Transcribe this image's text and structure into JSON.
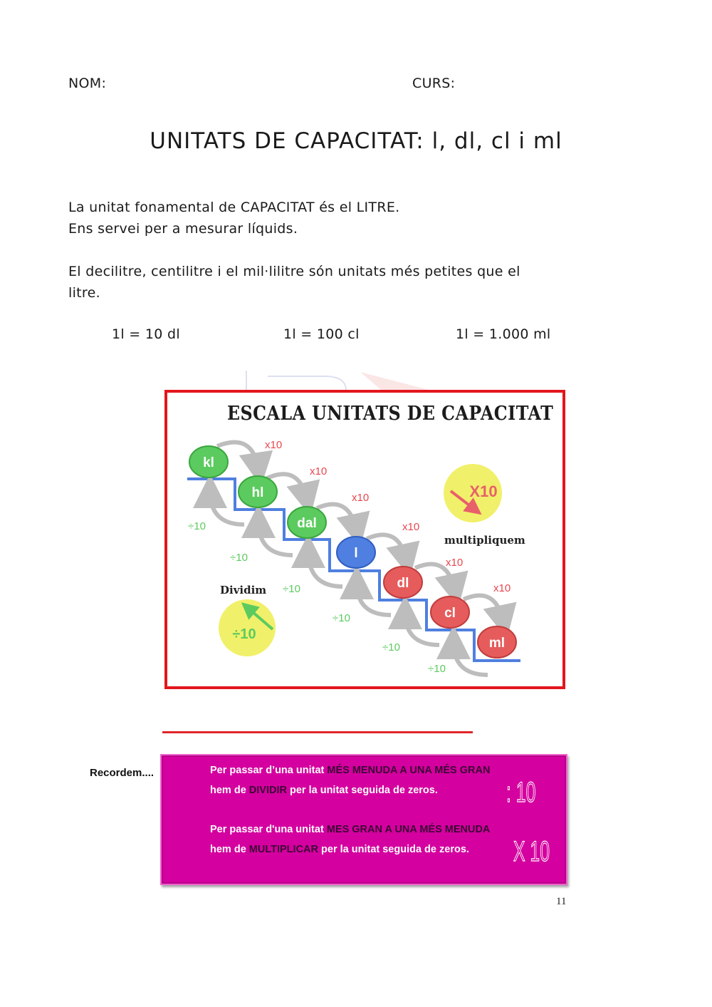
{
  "header": {
    "name_label": "NOM:",
    "course_label": "CURS:"
  },
  "title": "UNITATS DE CAPACITAT: l, dl, cl i ml",
  "intro": {
    "line1": "La unitat fonamental de CAPACITAT és el LITRE.",
    "line2": "Ens servei per a mesurar líquids.",
    "line3": "El decilitre, centilitre i el mil·lilitre són unitats més petites que el",
    "line4": "litre."
  },
  "equivalences": [
    "1l = 10 dl",
    "1l = 100 cl",
    "1l = 1.000 ml"
  ],
  "diagram": {
    "title": "ESCALA UNITATS DE CAPACITAT",
    "units": [
      {
        "label": "kl",
        "color": "#5ccb5f"
      },
      {
        "label": "hl",
        "color": "#5ccb5f"
      },
      {
        "label": "dal",
        "color": "#5ccb5f"
      },
      {
        "label": "l",
        "color": "#4f7fe0"
      },
      {
        "label": "dl",
        "color": "#e65c5c"
      },
      {
        "label": "cl",
        "color": "#e65c5c"
      },
      {
        "label": "ml",
        "color": "#e65c5c"
      }
    ],
    "multiply_label": "x10",
    "divide_label": "÷10",
    "multiply_badge": "X10",
    "multiply_caption": "multipliquem",
    "divide_badge": "÷10",
    "divide_caption": "Dividim",
    "colors": {
      "frame": "#e3161d",
      "stair": "#4f7fe0",
      "arrow": "#bdbdbd",
      "multiply_text": "#e8474f",
      "divide_text": "#5ccb5f",
      "badge_bg": "#f1f06a"
    }
  },
  "reminder": {
    "label": "Recordem....",
    "rule1_prefix": "Per passar d’una unitat ",
    "rule1_emphasis": "MÉS MENUDA A UNA MÉS GRAN",
    "rule1_line2_prefix": "hem de ",
    "rule1_verb": "DIVIDIR",
    "rule1_line2_suffix": " per la unitat seguida de zeros.",
    "rule1_symbol": ": 10",
    "rule2_prefix": "Per passar d'una unitat ",
    "rule2_emphasis": "MES GRAN A UNA MÉS MENUDA",
    "rule2_line2_prefix": "hem de  ",
    "rule2_verb": "MULTIPLICAR",
    "rule2_line2_suffix": "  per la unitat seguida de zeros.",
    "rule2_symbol": "X 10",
    "bg_color": "#d4009f"
  },
  "page_number": "11"
}
